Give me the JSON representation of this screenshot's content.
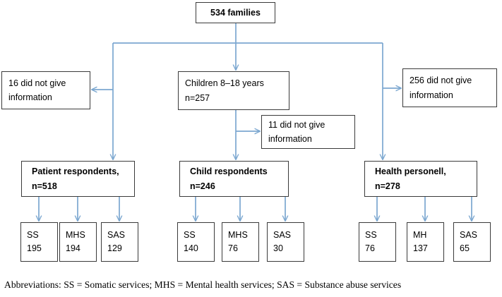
{
  "diagram": {
    "title": "534 families",
    "connector_color": "#7ba7d0",
    "box_border_color": "#3a3a3a",
    "root": {
      "label": "534 families"
    },
    "exclusions": {
      "left": {
        "line1": "16 did not give",
        "line2": "information"
      },
      "right": {
        "line1": "256 did not give",
        "line2": "information"
      },
      "middle": {
        "line1": "11 did not give",
        "line2": "information"
      }
    },
    "children_node": {
      "line1": "Children 8–18 years",
      "line2": "n=257"
    },
    "groups": [
      {
        "line1": "Patient respondents,",
        "line2": "n=518"
      },
      {
        "line1": "Child respondents",
        "line2": "n=246"
      },
      {
        "line1": "Health personell,",
        "line2": "n=278"
      }
    ],
    "leaves": [
      {
        "code": "SS",
        "value": "195"
      },
      {
        "code": "MHS",
        "value": "194"
      },
      {
        "code": "SAS",
        "value": "129"
      },
      {
        "code": "SS",
        "value": "140"
      },
      {
        "code": "MHS",
        "value": "76"
      },
      {
        "code": "SAS",
        "value": "30"
      },
      {
        "code": "SS",
        "value": "76"
      },
      {
        "code": "MH",
        "value": "137"
      },
      {
        "code": "SAS",
        "value": "65"
      }
    ],
    "footnote": "Abbreviations: SS = Somatic services; MHS = Mental health services; SAS = Substance abuse services"
  },
  "chart_data": {
    "type": "diagram",
    "title": "534 families",
    "nodes": [
      {
        "id": "root",
        "label": "534 families",
        "n": 534
      },
      {
        "id": "excl-left",
        "label": "16 did not give information",
        "n": 16
      },
      {
        "id": "children",
        "label": "Children 8–18 years n=257",
        "n": 257
      },
      {
        "id": "excl-right",
        "label": "256 did not give information",
        "n": 256
      },
      {
        "id": "excl-mid",
        "label": "11 did not give information",
        "n": 11
      },
      {
        "id": "patient",
        "label": "Patient respondents, n=518",
        "n": 518
      },
      {
        "id": "child",
        "label": "Child respondents n=246",
        "n": 246
      },
      {
        "id": "health",
        "label": "Health personell, n=278",
        "n": 278
      },
      {
        "id": "p-ss",
        "label": "SS 195",
        "n": 195
      },
      {
        "id": "p-mhs",
        "label": "MHS 194",
        "n": 194
      },
      {
        "id": "p-sas",
        "label": "SAS 129",
        "n": 129
      },
      {
        "id": "c-ss",
        "label": "SS 140",
        "n": 140
      },
      {
        "id": "c-mhs",
        "label": "MHS 76",
        "n": 76
      },
      {
        "id": "c-sas",
        "label": "SAS 30",
        "n": 30
      },
      {
        "id": "h-ss",
        "label": "SS 76",
        "n": 76
      },
      {
        "id": "h-mh",
        "label": "MH 137",
        "n": 137
      },
      {
        "id": "h-sas",
        "label": "SAS 65",
        "n": 65
      }
    ],
    "edges": [
      [
        "root",
        "patient"
      ],
      [
        "root",
        "children"
      ],
      [
        "root",
        "health"
      ],
      [
        "root",
        "excl-left"
      ],
      [
        "root",
        "excl-right"
      ],
      [
        "children",
        "child"
      ],
      [
        "children",
        "excl-mid"
      ],
      [
        "patient",
        "p-ss"
      ],
      [
        "patient",
        "p-mhs"
      ],
      [
        "patient",
        "p-sas"
      ],
      [
        "child",
        "c-ss"
      ],
      [
        "child",
        "c-mhs"
      ],
      [
        "child",
        "c-sas"
      ],
      [
        "health",
        "h-ss"
      ],
      [
        "health",
        "h-mh"
      ],
      [
        "health",
        "h-sas"
      ]
    ]
  }
}
